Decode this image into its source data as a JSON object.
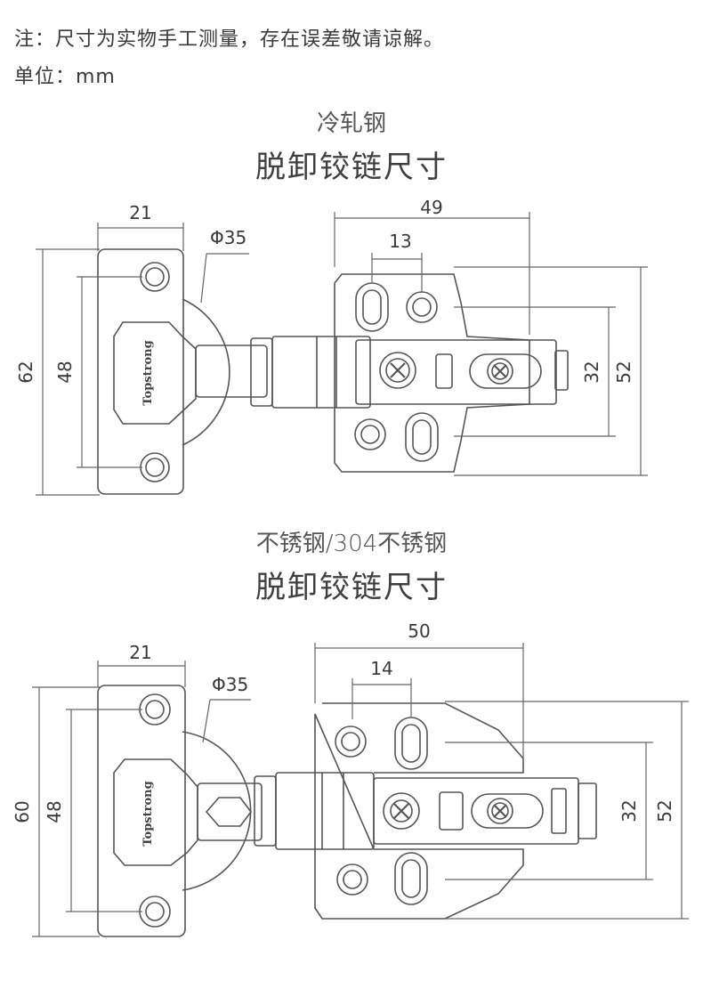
{
  "notes": {
    "line1": "注：尺寸为实物手工测量，存在误差敬请谅解。",
    "line2": "单位：mm"
  },
  "brand": "Topstrong",
  "sections": [
    {
      "subtitle": "冷轧钢",
      "title": "脱卸铰链尺寸",
      "dims": {
        "width_cup_plate": "21",
        "cup_diameter": "Φ35",
        "total_width": "49",
        "hole_spacing": "13",
        "plate_height": "62",
        "hole_pitch": "48",
        "mount_inner": "32",
        "mount_outer": "52"
      }
    },
    {
      "subtitle": "不锈钢/304不锈钢",
      "title": "脱卸铰链尺寸",
      "dims": {
        "width_cup_plate": "21",
        "cup_diameter": "Φ35",
        "total_width": "50",
        "hole_spacing": "14",
        "plate_height": "60",
        "hole_pitch": "48",
        "mount_inner": "32",
        "mount_outer": "52"
      }
    }
  ]
}
